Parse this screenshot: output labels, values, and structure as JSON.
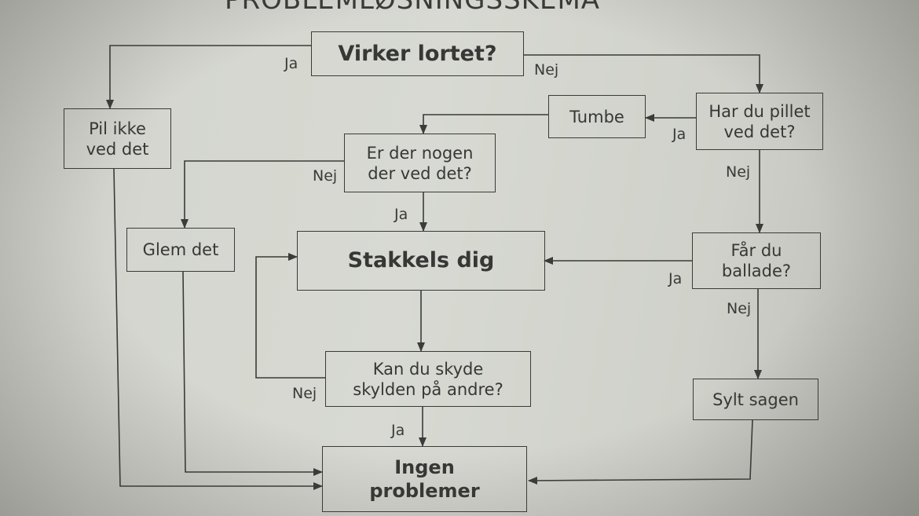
{
  "title": "PROBLEMLØSNINGSSKEMA",
  "nodes": {
    "virker": "Virker lortet?",
    "pil_ikke": "Pil ikke\nved det",
    "tumbe": "Tumbe",
    "har_pillet": "Har du pillet\nved det?",
    "er_der": "Er der nogen\nder ved det?",
    "glem": "Glem det",
    "stakkels": "Stakkels dig",
    "faar": "Får du\nballade?",
    "kan_du": "Kan du skyde\nskylden på andre?",
    "sylt": "Sylt sagen",
    "ingen": "Ingen\nproblemer"
  },
  "edge_labels": {
    "virker_ja": "Ja",
    "virker_nej": "Nej",
    "har_pillet_ja": "Ja",
    "har_pillet_nej": "Nej",
    "er_der_nej": "Nej",
    "er_der_ja": "Ja",
    "faar_ja": "Ja",
    "faar_nej": "Nej",
    "kan_du_nej": "Nej",
    "kan_du_ja": "Ja"
  },
  "colors": {
    "ink": "#3b3b39",
    "paper": "#d4d6cf"
  }
}
